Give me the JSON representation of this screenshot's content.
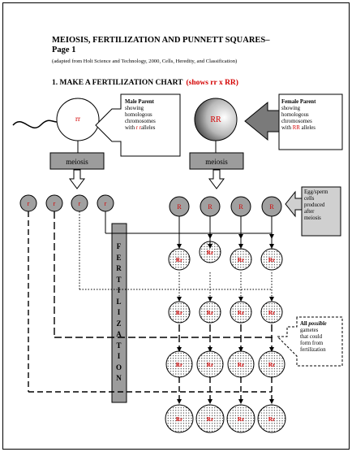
{
  "header": {
    "title_line1": "MEIOSIS, FERTILIZATION AND PUNNETT SQUARES–",
    "title_line2": "Page 1",
    "subtitle": "(adapted from Holt Science and Technology, 2000, Cells, Heredity, and Classification)",
    "step_label": "1. MAKE A FERTILIZATION CHART",
    "step_highlight": "(shows rr x RR)"
  },
  "male_parent": {
    "cell_label": "rr",
    "box_title": "Male Parent",
    "box_lines": [
      "showing",
      "homologous",
      "chromosomes"
    ],
    "box_last_prefix": "with ",
    "box_last_highlight": "r r",
    "box_last_suffix": "alleles"
  },
  "female_parent": {
    "cell_label": "RR",
    "box_title": "Female Parent",
    "box_lines": [
      "showing",
      "homologous",
      "chromosomes"
    ],
    "box_last_prefix": "with ",
    "box_last_highlight": "RR",
    "box_last_suffix": " alleles"
  },
  "meiosis_label": "meiosis",
  "gametes_note": [
    "Egg/sperm",
    "cells",
    "produced",
    "after",
    "meiosis"
  ],
  "fertilization_label": "FERTILIZATION",
  "possible_note": {
    "line1_prefix": "All ",
    "line1_italic": "possible",
    "lines": [
      "gametes",
      "that could",
      "form from",
      "fertilization"
    ]
  },
  "sperm_alleles": [
    "r",
    "r",
    "r",
    "r"
  ],
  "egg_alleles": [
    "R",
    "R",
    "R",
    "R"
  ],
  "zygote_label": "Rr",
  "colors": {
    "allele_red": "#d40000",
    "cell_gray": "#a0a0a0",
    "box_gray": "#9c9c9c"
  }
}
